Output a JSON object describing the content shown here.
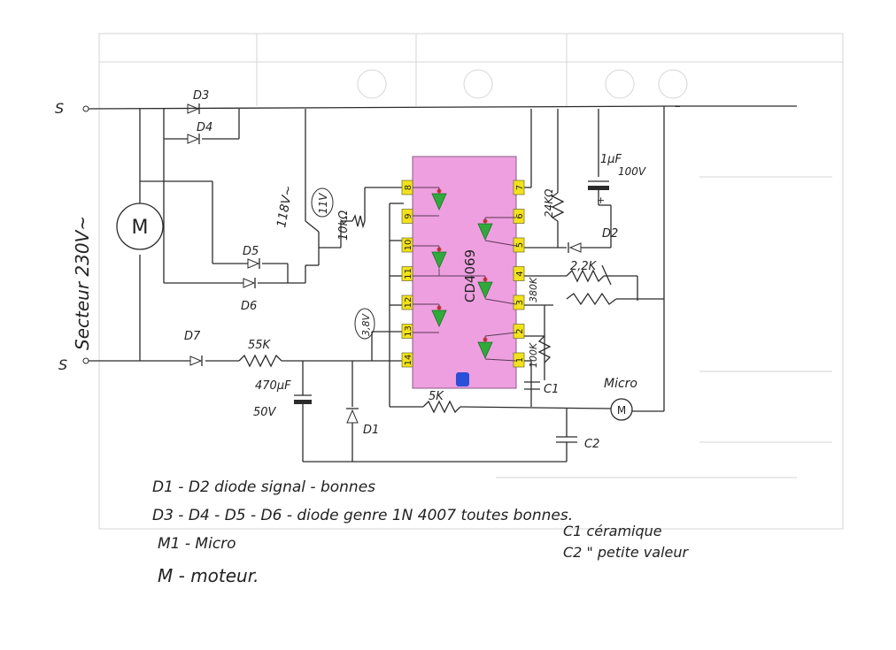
{
  "schematic": {
    "terminal_top": "S",
    "terminal_bottom": "S",
    "mains_label": "Secteur 230V~",
    "motor_symbol": "M",
    "d3": "D3",
    "d4": "D4",
    "d5": "D5",
    "d6": "D6",
    "d7": "D7",
    "d1": "D1",
    "d2": "D2",
    "volt_118": "118V~",
    "volt_11": "11V",
    "volt_3_8": "3,8V",
    "r_10k": "10kΩ",
    "r_55k": "55K",
    "r_5k": "5K",
    "r_24k": "24KΩ",
    "r_2_2k": "2,2K",
    "r_380k": "380K",
    "r_100k": "100K",
    "cap_470_value": "470µF",
    "cap_470_voltage": "50V",
    "cap_1uf_value": "1µF",
    "cap_1uf_voltage": "100V",
    "c1": "C1",
    "c2": "C2",
    "micro_label": "Micro",
    "micro_symbol": "M",
    "plus_sign": "+"
  },
  "ic": {
    "name": "CD4069",
    "fill_color": "#ee9fe0",
    "pin_color": "#f2e21c",
    "gate_color": "#2faa3a",
    "notch_color": "#2a4fd8",
    "left_pins": [
      "8",
      "9",
      "10",
      "11",
      "12",
      "13",
      "14"
    ],
    "right_pins": [
      "7",
      "6",
      "5",
      "4",
      "3",
      "2",
      "1"
    ]
  },
  "legend": {
    "line1": "D1 - D2 diode signal - bonnes",
    "line2": "D3 - D4 - D5 - D6 - diode genre 1N 4007 toutes bonnes.",
    "line3": "M1 - Micro",
    "line4": "M - moteur.",
    "line5": "C1 céramique",
    "line6": "C2 \" petite valeur"
  }
}
